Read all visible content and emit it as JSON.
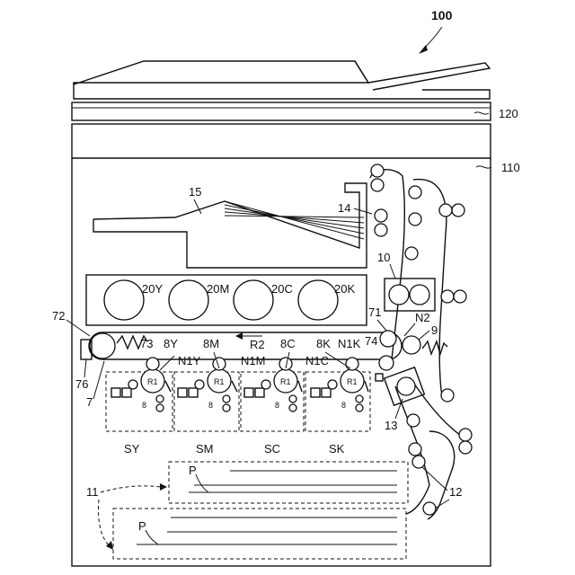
{
  "labels": {
    "fig_ref": "100",
    "scanner": "120",
    "body": "110",
    "tray_exit": "15",
    "path_14": "14",
    "fuser": "10",
    "t20y": "20Y",
    "t20m": "20M",
    "t20c": "20C",
    "t20k": "20K",
    "belt_72": "72",
    "belt_71": "71",
    "n2": "N2",
    "nine": "9",
    "r73": "73",
    "r8y": "8Y",
    "r8m": "8M",
    "r8c": "8C",
    "r8k": "8K",
    "r2": "R2",
    "n1k": "N1K",
    "r74": "74",
    "n1y": "N1Y",
    "n1m": "N1M",
    "n1c": "N1C",
    "l76": "76",
    "l7": "7",
    "l13": "13",
    "sy": "SY",
    "sm": "SM",
    "sc": "SC",
    "sk": "SK",
    "l11": "11",
    "l12": "12",
    "p1": "P",
    "p2": "P",
    "r1": "R1",
    "drum_num": "8"
  }
}
